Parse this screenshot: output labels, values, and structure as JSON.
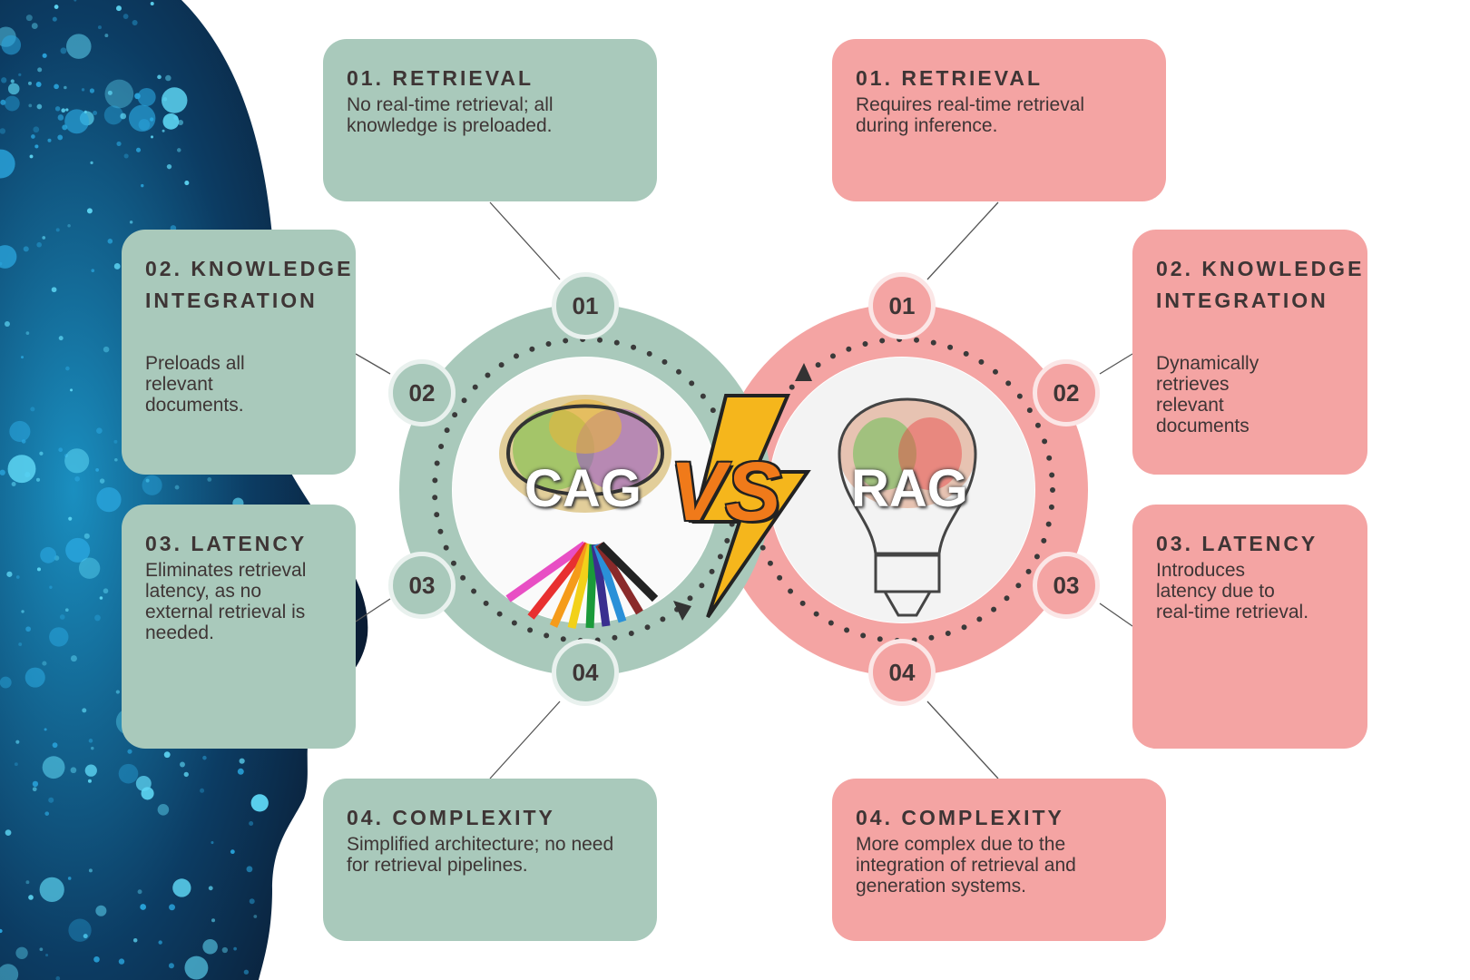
{
  "colors": {
    "cag": "#a9c9bb",
    "rag": "#f4a4a3",
    "text": "#3e3535",
    "vs": "#f07a1a",
    "bolt": "#f5b61c"
  },
  "center": {
    "cag_label": "CAG",
    "rag_label": "RAG",
    "vs_label": "VS"
  },
  "cag": {
    "badges": [
      "01",
      "02",
      "03",
      "04"
    ],
    "items": [
      {
        "title": "01. RETRIEVAL",
        "text": "No real-time retrieval; all knowledge is preloaded."
      },
      {
        "title": "02. KNOWLEDGE INTEGRATION",
        "text": "Preloads all relevant documents."
      },
      {
        "title": "03. LATENCY",
        "text": "Eliminates retrieval latency, as no external retrieval is needed."
      },
      {
        "title": "04. COMPLEXITY",
        "text": "Simplified architecture; no need for retrieval pipelines."
      }
    ]
  },
  "rag": {
    "badges": [
      "01",
      "02",
      "03",
      "04"
    ],
    "items": [
      {
        "title": "01. RETRIEVAL",
        "text": "Requires real-time retrieval during inference."
      },
      {
        "title": "02. KNOWLEDGE INTEGRATION",
        "text": "Dynamically retrieves relevant documents"
      },
      {
        "title": "03. LATENCY",
        "text": "Introduces latency due to real-time retrieval."
      },
      {
        "title": "04. COMPLEXITY",
        "text": "More complex due to the integration of retrieval and generation systems."
      }
    ]
  }
}
